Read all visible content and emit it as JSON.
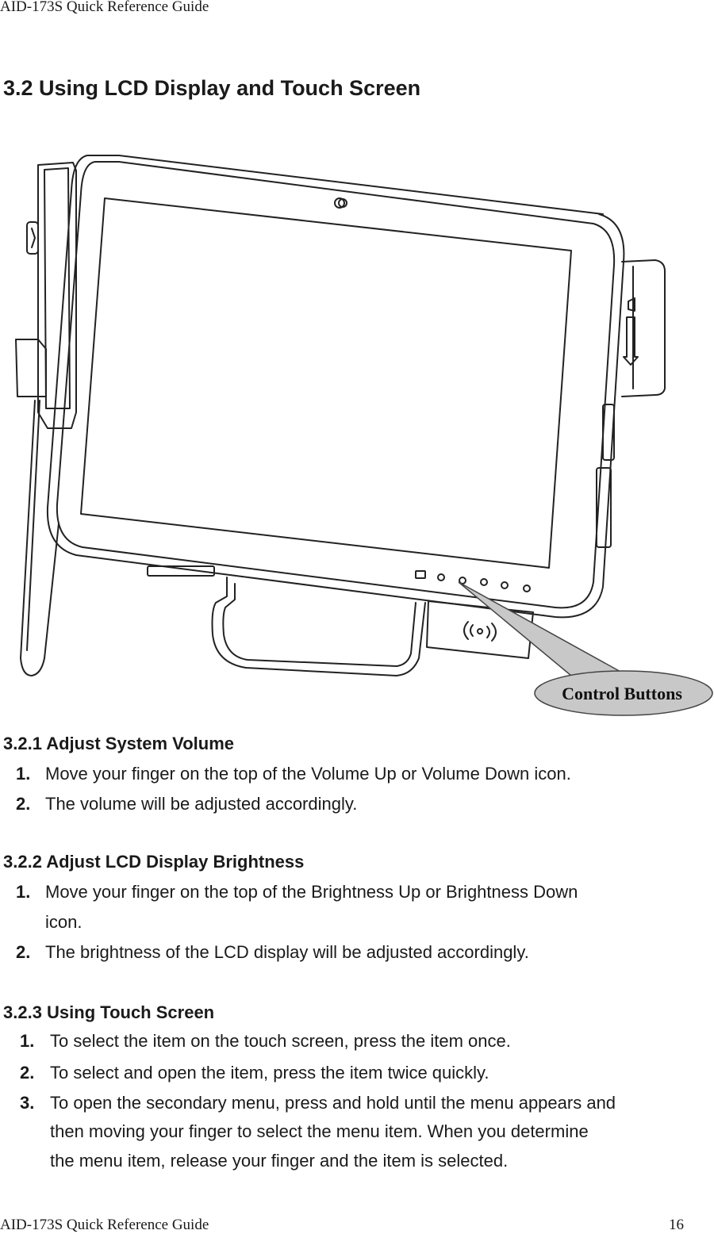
{
  "header": "AID-173S Quick Reference Guide",
  "footer": {
    "title": "AID-173S Quick Reference Guide",
    "page": "16"
  },
  "title": "3.2 Using LCD Display and Touch Screen",
  "figure": {
    "callout": "Control Buttons"
  },
  "sections": [
    {
      "heading": "3.2.1 Adjust System Volume",
      "items": [
        {
          "num": "1.",
          "lines": [
            "Move your finger on the top of the Volume Up or Volume Down icon."
          ]
        },
        {
          "num": "2.",
          "lines": [
            "The volume will be adjusted accordingly."
          ]
        }
      ]
    },
    {
      "heading": "3.2.2 Adjust LCD Display Brightness",
      "items": [
        {
          "num": "1.",
          "lines": [
            "Move your finger on the top of the Brightness Up or Brightness Down",
            "icon."
          ]
        },
        {
          "num": "2.",
          "lines": [
            "The brightness of the LCD display will be adjusted accordingly."
          ]
        }
      ]
    },
    {
      "heading": "3.2.3 Using Touch Screen",
      "items": [
        {
          "num": "1.",
          "lines": [
            "To select the item on the touch screen, press the item once."
          ]
        },
        {
          "num": "2.",
          "lines": [
            "To select and open the item, press the item twice quickly."
          ]
        },
        {
          "num": "3.",
          "lines": [
            "To open the secondary menu, press and hold until the menu appears and",
            "then moving your finger to select the menu item. When you determine",
            "the menu item, release your finger and the item is selected."
          ]
        }
      ]
    }
  ]
}
